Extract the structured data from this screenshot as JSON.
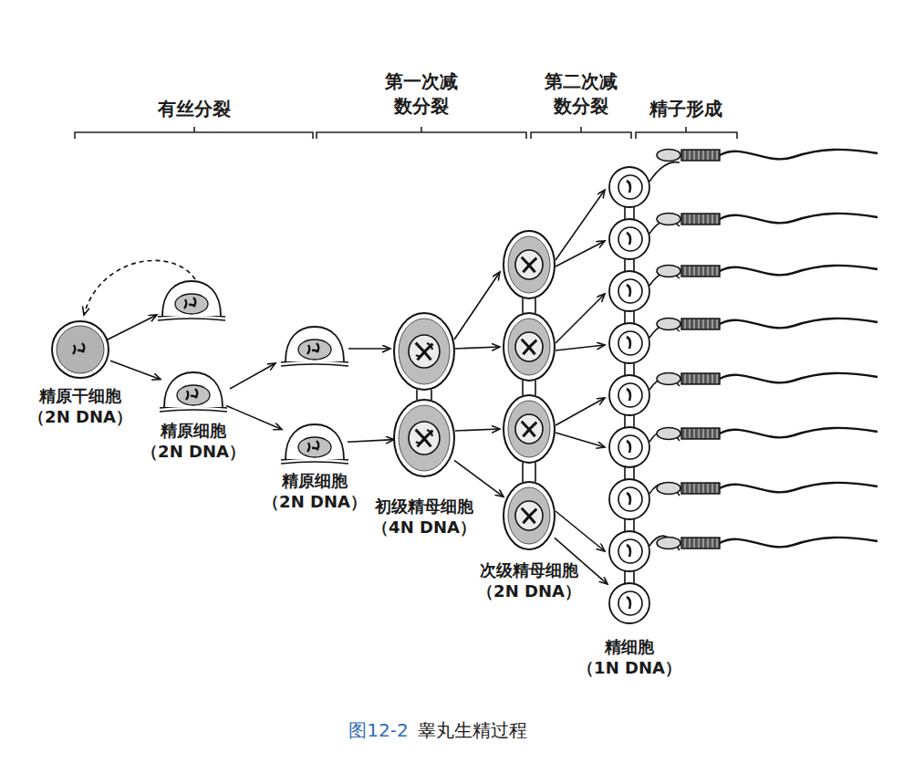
{
  "diagram": {
    "caption": "睾丸生精过程",
    "nodes": [
      {
        "text": [
          "精原干细胞",
          "（2N DNA）"
        ]
      },
      {
        "text": [
          "精原细胞",
          "（2N DNA）"
        ]
      },
      {
        "text": [
          "精原细胞",
          "（2N DNA）"
        ]
      },
      {
        "text": [
          "初级精母细胞",
          "（4N DNA）"
        ]
      },
      {
        "text": [
          "次级精母细胞",
          "（2N DNA）"
        ]
      },
      {
        "text": [
          "精细胞",
          "（1N DNA）"
        ]
      }
    ],
    "edges": [
      {
        "from": 0,
        "to": 1,
        "arrow": "to"
      },
      {
        "from": 1,
        "to": 2,
        "arrow": "to"
      },
      {
        "from": 2,
        "to": 3,
        "arrow": "to"
      },
      {
        "from": 3,
        "to": 4,
        "arrow": "to"
      },
      {
        "from": 4,
        "to": 5,
        "arrow": "to"
      }
    ],
    "labels": [
      "有丝分裂",
      "第一次减 数分裂",
      "第二次减 数分裂",
      "精子形成",
      "图12-2"
    ]
  }
}
